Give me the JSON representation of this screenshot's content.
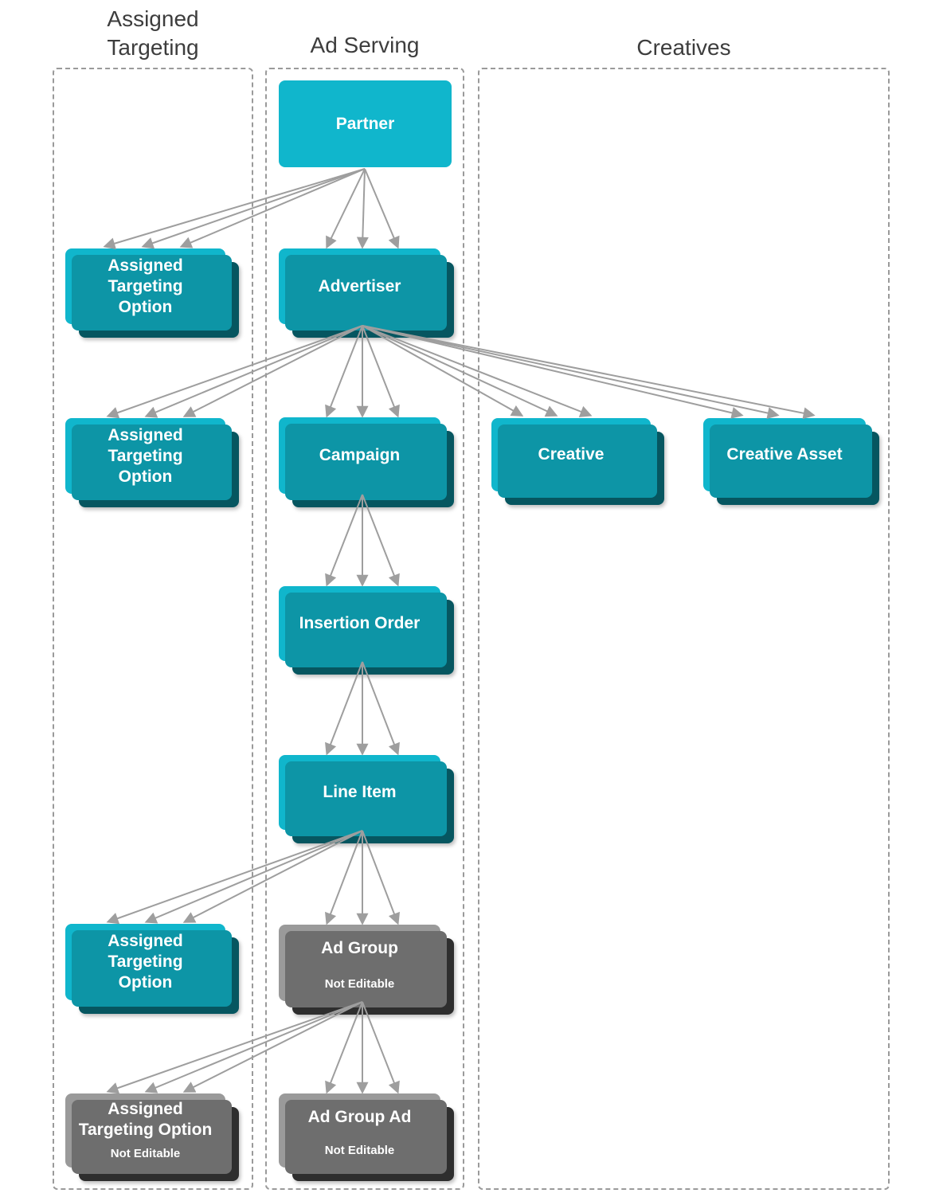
{
  "columns": [
    {
      "id": "assigned-targeting",
      "title": "Assigned\nTargeting"
    },
    {
      "id": "ad-serving",
      "title": "Ad Serving"
    },
    {
      "id": "creatives",
      "title": "Creatives"
    }
  ],
  "nodes": {
    "partner": {
      "label": "Partner"
    },
    "ato_partner": {
      "label": "Assigned\nTargeting\nOption"
    },
    "advertiser": {
      "label": "Advertiser"
    },
    "ato_advertiser": {
      "label": "Assigned\nTargeting\nOption"
    },
    "campaign": {
      "label": "Campaign"
    },
    "creative": {
      "label": "Creative"
    },
    "creative_asset": {
      "label": "Creative Asset"
    },
    "insertion_order": {
      "label": "Insertion Order"
    },
    "line_item": {
      "label": "Line Item"
    },
    "ato_line_item": {
      "label": "Assigned\nTargeting\nOption"
    },
    "ad_group": {
      "label": "Ad Group",
      "note": "Not Editable"
    },
    "ato_ad_group": {
      "label": "Assigned\nTargeting Option",
      "note": "Not Editable"
    },
    "ad_group_ad": {
      "label": "Ad Group Ad",
      "note": "Not Editable"
    }
  },
  "edges": [
    {
      "from": "partner",
      "to": "ato_partner"
    },
    {
      "from": "partner",
      "to": "advertiser"
    },
    {
      "from": "advertiser",
      "to": "ato_advertiser"
    },
    {
      "from": "advertiser",
      "to": "campaign"
    },
    {
      "from": "advertiser",
      "to": "creative"
    },
    {
      "from": "advertiser",
      "to": "creative_asset"
    },
    {
      "from": "campaign",
      "to": "insertion_order"
    },
    {
      "from": "insertion_order",
      "to": "line_item"
    },
    {
      "from": "line_item",
      "to": "ato_line_item"
    },
    {
      "from": "line_item",
      "to": "ad_group"
    },
    {
      "from": "ad_group",
      "to": "ato_ad_group"
    },
    {
      "from": "ad_group",
      "to": "ad_group_ad"
    }
  ],
  "colors": {
    "entity": "#10b6cc",
    "entity_mid": "#0d95a6",
    "entity_dark": "#065660",
    "readonly": "#9a9a9a",
    "readonly_mid": "#6e6e6e",
    "readonly_dark": "#2e2e2e",
    "arrow": "#9e9e9e",
    "border": "#9a9a9a",
    "title": "#3d3d3d"
  }
}
